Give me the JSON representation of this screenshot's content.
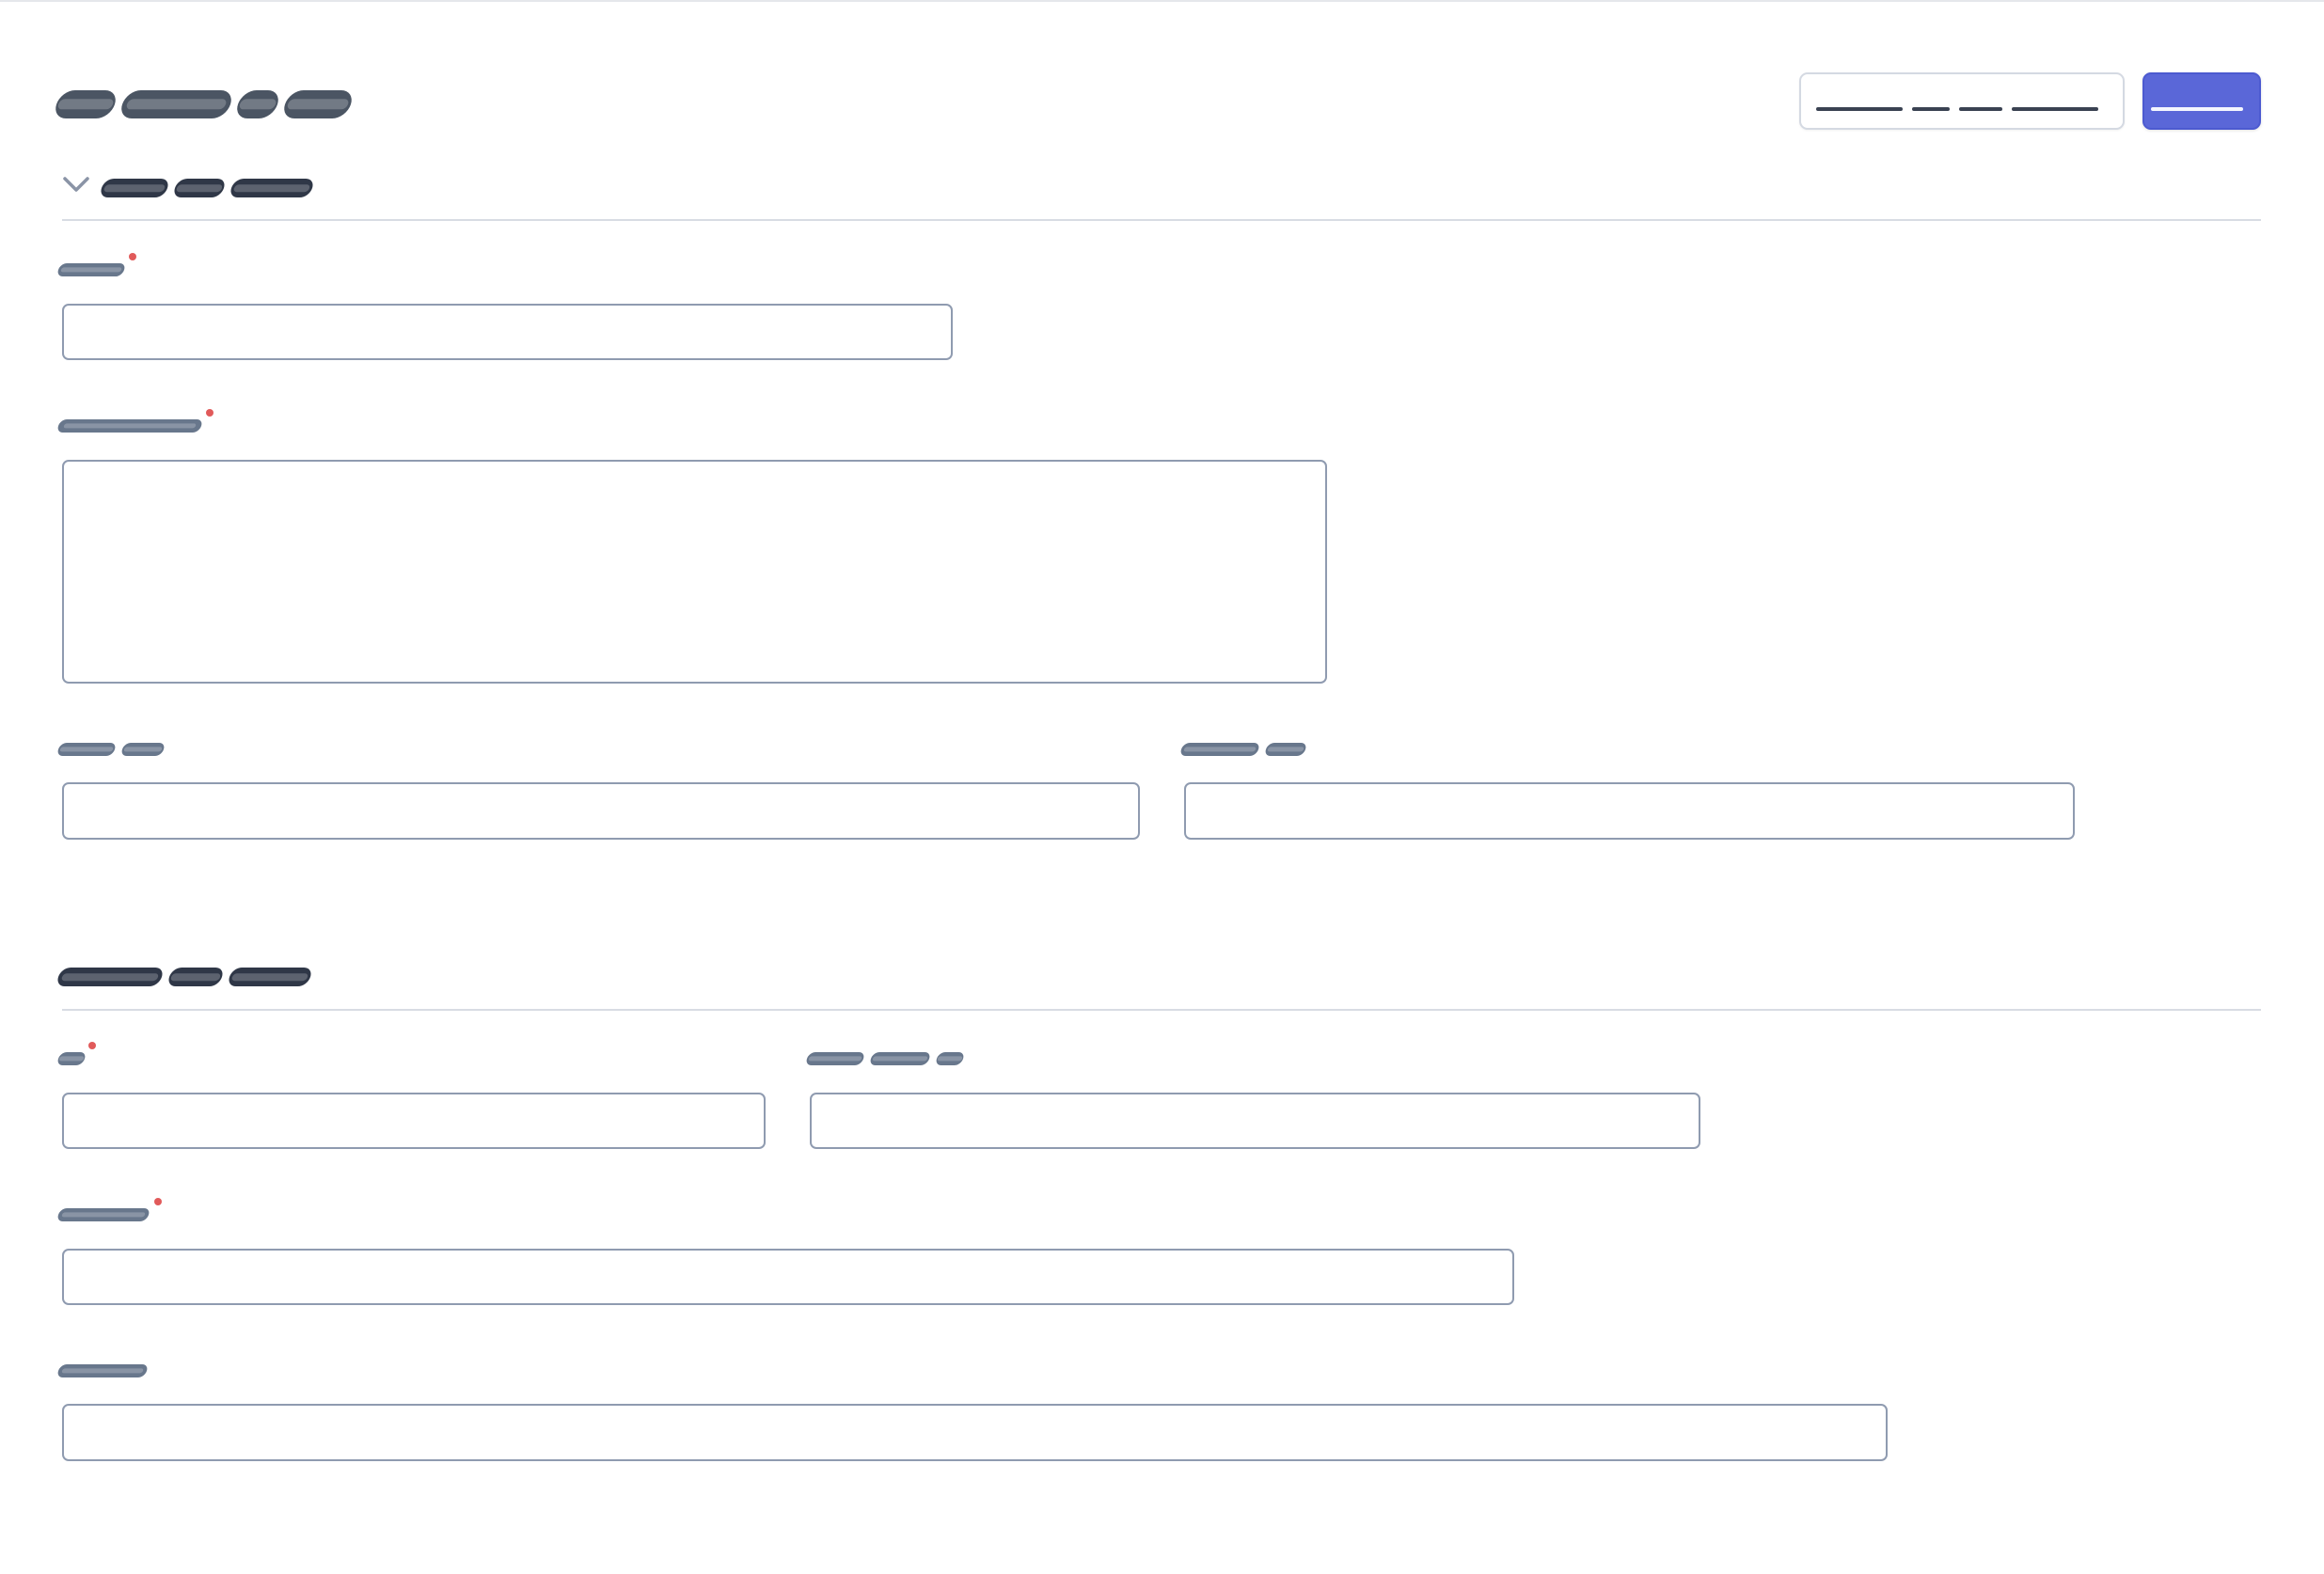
{
  "header": {
    "title_words": [
      62,
      115,
      42,
      70
    ],
    "secondary_button_words": [
      92,
      40,
      46,
      92
    ],
    "primary_button_words": [
      98
    ]
  },
  "sections": [
    {
      "heading_words": [
        70,
        52,
        86
      ],
      "collapsible": true,
      "fields": [
        {
          "id": "field-1",
          "label_words": [
            70
          ],
          "required": true,
          "type": "text",
          "value": "",
          "placeholder": ""
        },
        {
          "id": "field-2",
          "label_words": [
            152
          ],
          "required": true,
          "type": "textarea",
          "value": "",
          "placeholder": ""
        },
        {
          "id": "field-3",
          "label_words": [
            60,
            44
          ],
          "required": false,
          "type": "text",
          "value": "",
          "placeholder": ""
        },
        {
          "id": "field-4",
          "label_words": [
            82,
            42
          ],
          "required": false,
          "type": "text",
          "value": "",
          "placeholder": ""
        }
      ]
    },
    {
      "heading_words": [
        110,
        56,
        86
      ],
      "collapsible": false,
      "fields": [
        {
          "id": "field-5",
          "label_words": [
            28
          ],
          "required": true,
          "type": "text",
          "value": "",
          "placeholder": ""
        },
        {
          "id": "field-6",
          "label_words": [
            60,
            62,
            28
          ],
          "required": false,
          "type": "text",
          "value": "",
          "placeholder": ""
        },
        {
          "id": "field-7",
          "label_words": [
            96
          ],
          "required": true,
          "type": "text",
          "value": "",
          "placeholder": ""
        },
        {
          "id": "field-8",
          "label_words": [
            94
          ],
          "required": false,
          "type": "text",
          "value": "",
          "placeholder": ""
        }
      ]
    }
  ]
}
